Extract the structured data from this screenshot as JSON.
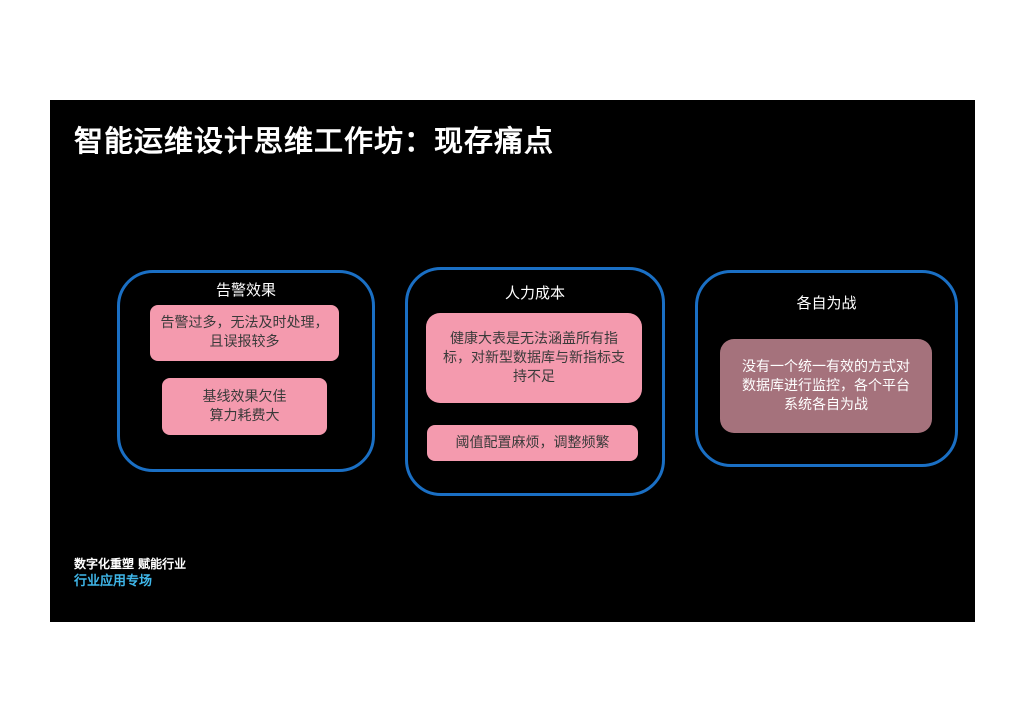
{
  "slide": {
    "title": "智能运维设计思维工作坊：现存痛点",
    "panels": [
      {
        "title": "告警效果",
        "cards": [
          "告警过多，无法及时处理，且误报较多",
          "基线效果欠佳\n算力耗费大"
        ]
      },
      {
        "title": "人力成本",
        "cards": [
          "健康大表是无法涵盖所有指标，对新型数据库与新指标支持不足",
          "阈值配置麻烦，调整频繁"
        ]
      },
      {
        "title": "各自为战",
        "cards": [
          "没有一个统一有效的方式对数据库进行监控，各个平台系统各自为战"
        ]
      }
    ],
    "footer": {
      "line1": "数字化重塑 赋能行业",
      "line2": "行业应用专场"
    }
  },
  "colors": {
    "background": "#000000",
    "panel_border": "#1a6fc4",
    "card_pink": "#f49aae",
    "card_mauve": "#a5727c",
    "footer_accent": "#3fb7ea"
  }
}
